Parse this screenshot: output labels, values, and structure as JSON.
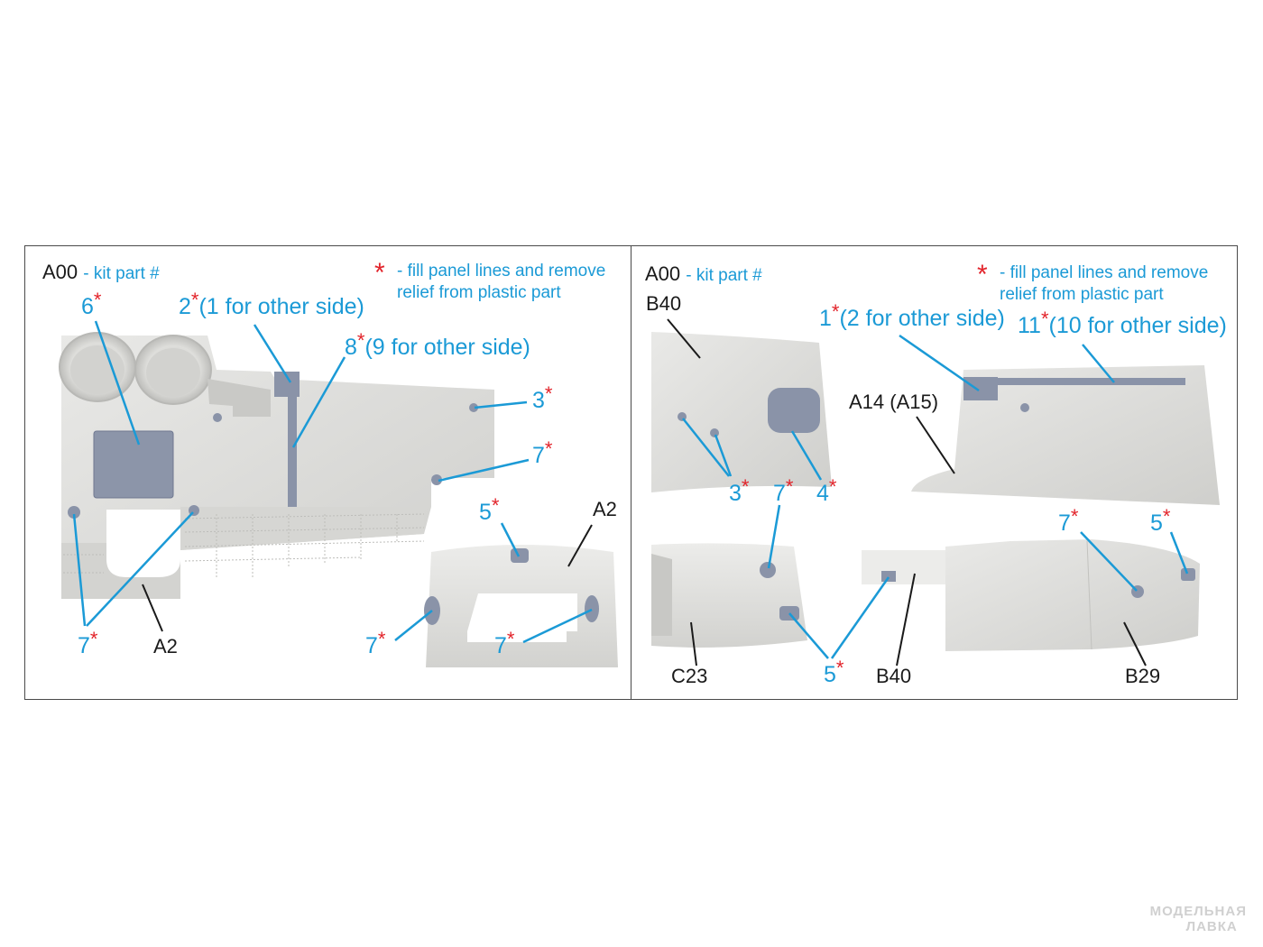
{
  "panels": [
    {
      "id": "left",
      "kit_prefix": "A00",
      "kit_desc": "- kit part #",
      "legend_star": "*",
      "legend_text_1": "- fill panel lines and remove",
      "legend_text_2": "relief from plastic part",
      "callouts": [
        {
          "num": "6",
          "star": "*",
          "note": ""
        },
        {
          "num": "2",
          "star": "*",
          "note": "(1 for other side)"
        },
        {
          "num": "8",
          "star": "*",
          "note": "(9 for other side)"
        },
        {
          "num": "3",
          "star": "*",
          "note": ""
        },
        {
          "num": "7",
          "star": "*",
          "note": ""
        },
        {
          "num": "5",
          "star": "*",
          "note": ""
        },
        {
          "num": "7",
          "star": "*",
          "note": ""
        },
        {
          "num": "7",
          "star": "*",
          "note": ""
        },
        {
          "num": "7",
          "star": "*",
          "note": ""
        }
      ],
      "part_labels": [
        "A2",
        "A2"
      ]
    },
    {
      "id": "right",
      "kit_prefix": "A00",
      "kit_desc": "- kit part #",
      "legend_star": "*",
      "legend_text_1": "- fill panel lines and remove",
      "legend_text_2": "relief from plastic part",
      "callouts": [
        {
          "num": "1",
          "star": "*",
          "note": "(2 for other side)"
        },
        {
          "num": "11",
          "star": "*",
          "note": "(10 for other side)"
        },
        {
          "num": "3",
          "star": "*",
          "note": ""
        },
        {
          "num": "7",
          "star": "*",
          "note": ""
        },
        {
          "num": "4",
          "star": "*",
          "note": ""
        },
        {
          "num": "7",
          "star": "*",
          "note": ""
        },
        {
          "num": "5",
          "star": "*",
          "note": ""
        },
        {
          "num": "5",
          "star": "*",
          "note": ""
        }
      ],
      "part_labels": [
        "B40",
        "A14 (A15)",
        "C23",
        "B40",
        "B29"
      ]
    }
  ],
  "watermark": {
    "line1": "МОДЕЛЬНАЯ",
    "line2": "ЛАВКА"
  },
  "colors": {
    "callout": "#1b9ad6",
    "star": "#e2232a",
    "part_label": "#1a1a1a",
    "plastic": "#dcdcda",
    "photoetch": "#8a93a8"
  }
}
